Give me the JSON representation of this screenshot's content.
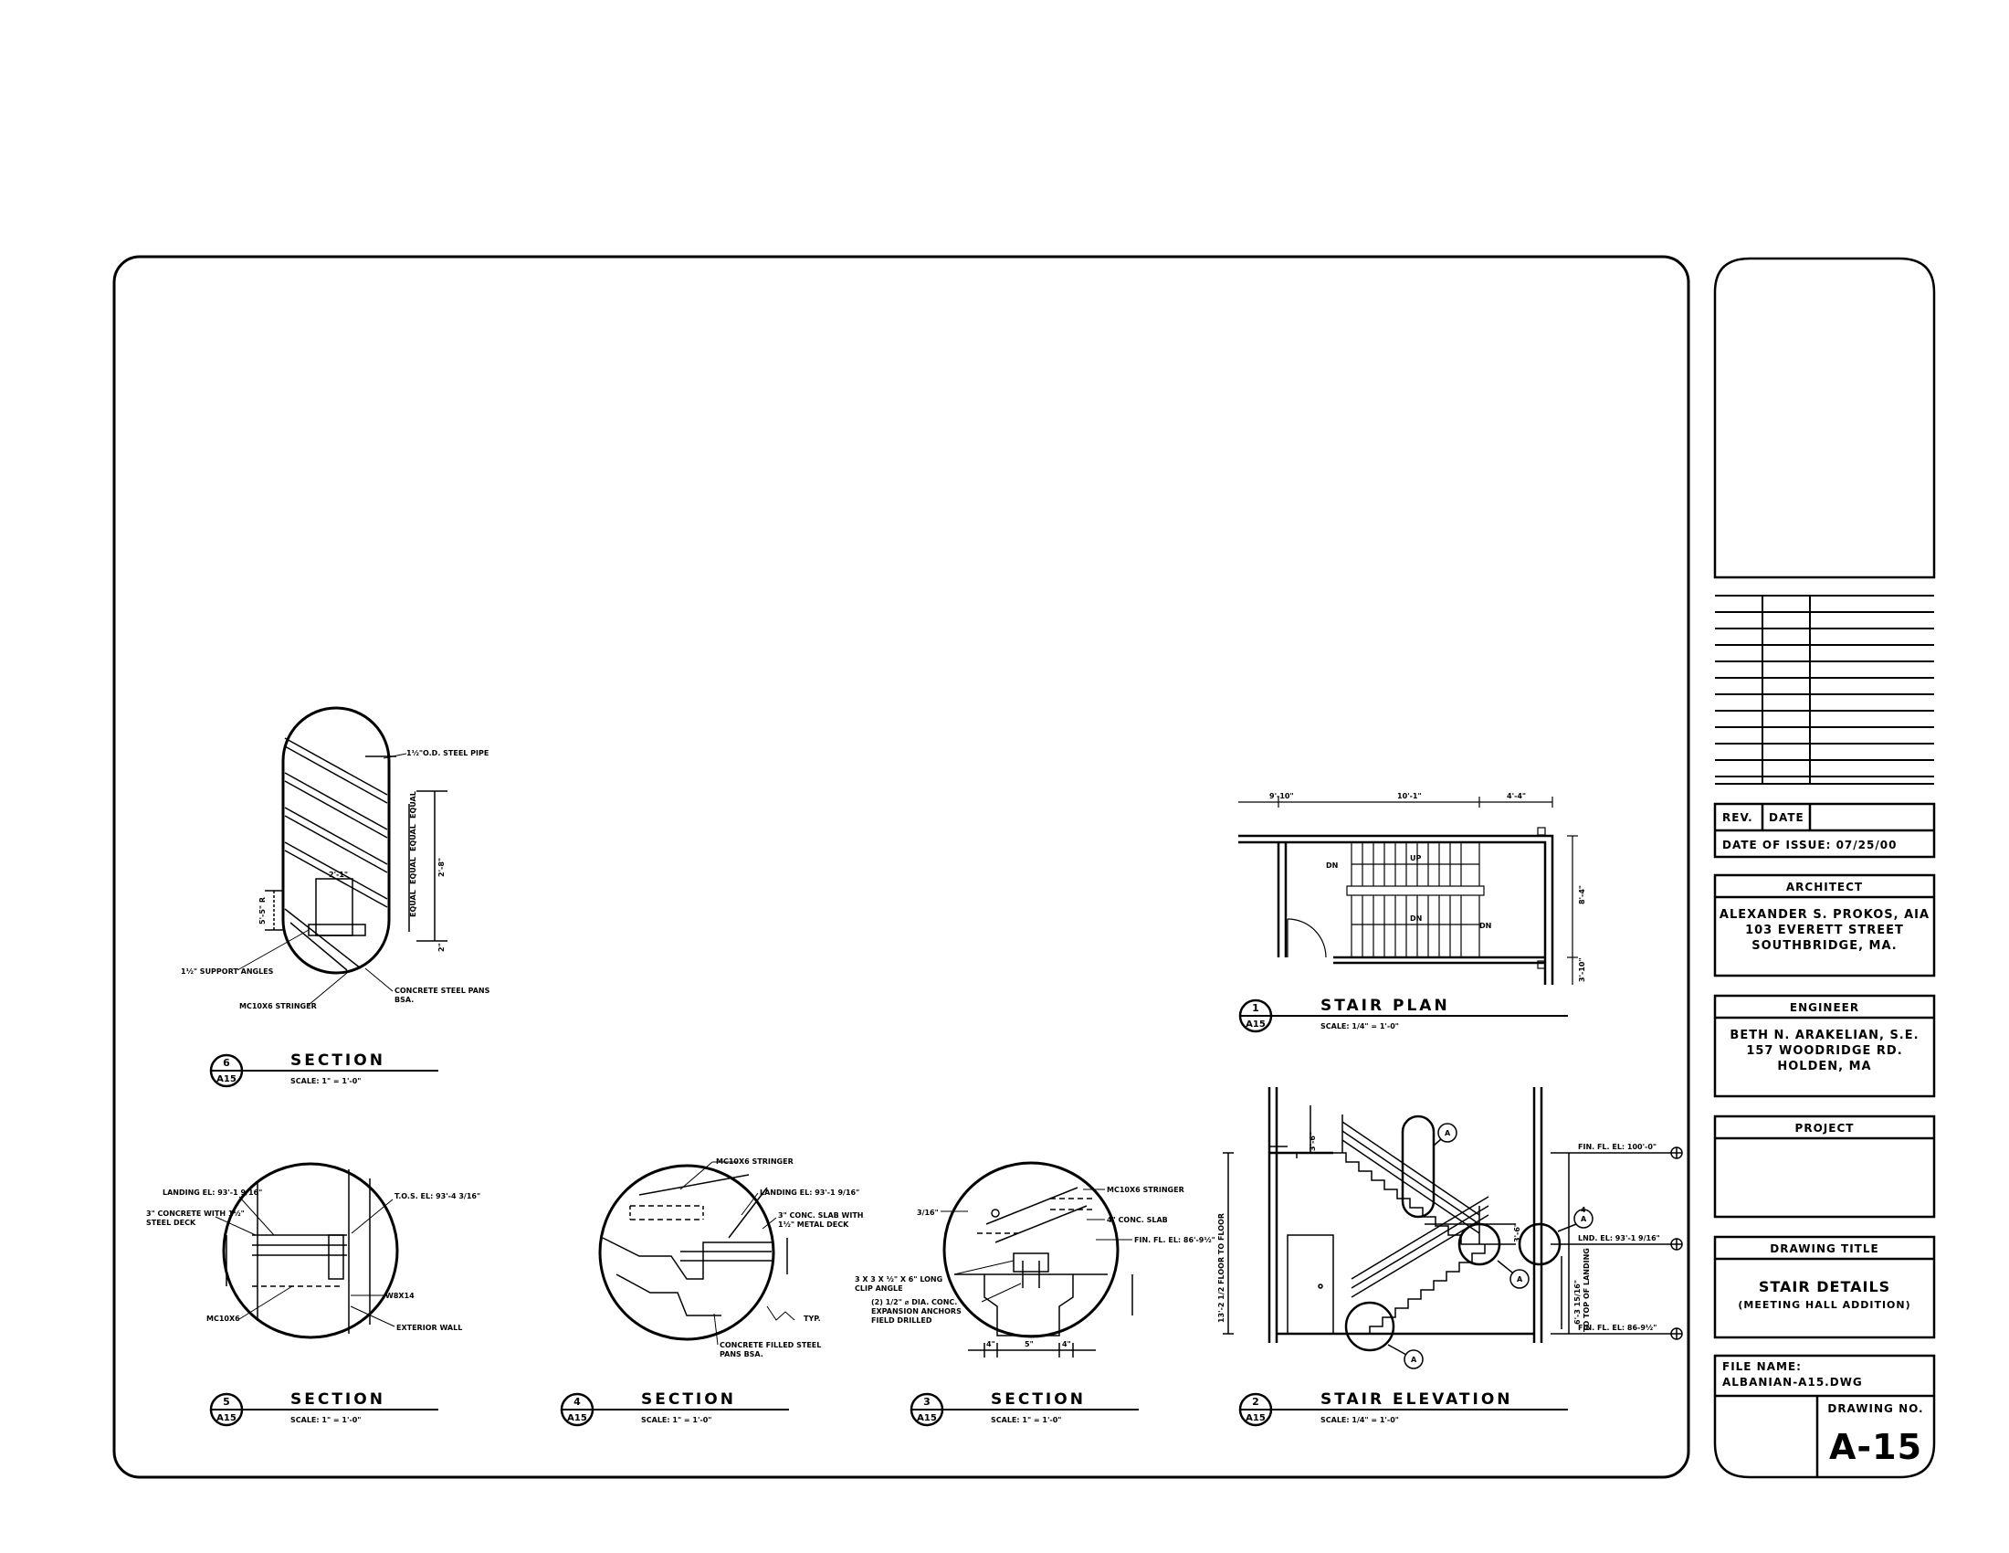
{
  "sheet": {
    "drawing_number": "A-15",
    "file_name_label": "FILE NAME:",
    "file_name": "ALBANIAN-A15.DWG",
    "drawing_no_label": "DRAWING NO."
  },
  "title_block": {
    "rev_label": "REV.",
    "date_label": "DATE",
    "date_of_issue": "DATE OF ISSUE:  07/25/00",
    "architect_label": "ARCHITECT",
    "architect_lines": [
      "ALEXANDER S. PROKOS, AIA",
      "103 EVERETT STREET",
      "SOUTHBRIDGE, MA."
    ],
    "engineer_label": "ENGINEER",
    "engineer_lines": [
      "BETH N. ARAKELIAN, S.E.",
      "157 WOODRIDGE RD.",
      "HOLDEN, MA"
    ],
    "project_label": "PROJECT",
    "drawing_title_label": "DRAWING TITLE",
    "drawing_title": "STAIR DETAILS",
    "drawing_subtitle": "(MEETING HALL ADDITION)"
  },
  "details": [
    {
      "num": "6",
      "sheet": "A15",
      "title": "SECTION",
      "scale": "SCALE: 1\" = 1'-0\""
    },
    {
      "num": "5",
      "sheet": "A15",
      "title": "SECTION",
      "scale": "SCALE: 1\" = 1'-0\""
    },
    {
      "num": "4",
      "sheet": "A15",
      "title": "SECTION",
      "scale": "SCALE: 1\" = 1'-0\""
    },
    {
      "num": "3",
      "sheet": "A15",
      "title": "SECTION",
      "scale": "SCALE: 1\" = 1'-0\""
    },
    {
      "num": "1",
      "sheet": "A15",
      "title": "STAIR PLAN",
      "scale": "SCALE: 1/4\" = 1'-0\""
    },
    {
      "num": "2",
      "sheet": "A15",
      "title": "STAIR ELEVATION",
      "scale": "SCALE: 1/4\" = 1'-0\""
    }
  ],
  "notes": {
    "d6": [
      "1½\"O.D. STEEL PIPE",
      "EQUAL",
      "EQUAL",
      "EQUAL",
      "EQUAL",
      "2'-8\"",
      "2\"",
      "2'-1\"",
      "5'-5\" R",
      "1½\" SUPPORT ANGLES",
      "MC10X6 STRINGER",
      "CONCRETE STEEL PANS",
      "BSA."
    ],
    "d5": [
      "LANDING EL: 93'-1 9/16\"",
      "T.O.S. EL: 93'-4 3/16\"",
      "3\" CONCRETE WITH 1½\"",
      "STEEL DECK",
      "W8X14",
      "MC10X6",
      "EXTERIOR WALL"
    ],
    "d4": [
      "MC10X6 STRINGER",
      "LANDING EL: 93'-1 9/16\"",
      "3\" CONC. SLAB WITH",
      "1½\" METAL DECK",
      "TYP.",
      "CONCRETE FILLED STEEL",
      "PANS BSA."
    ],
    "d3": [
      "MC10X6 STRINGER",
      "4\" CONC. SLAB",
      "FIN. FL. EL: 86'-9½\"",
      "3/16\"",
      "3 X 3 X ½\" X 6\" LONG",
      "CLIP ANGLE",
      "(2) 1/2\" ⌀ DIA. CONC.",
      "EXPANSION ANCHORS",
      "FIELD DRILLED",
      "4\"",
      "5\"",
      "4\""
    ],
    "d1": [
      "9'-10\"",
      "10'-1\"",
      "4'-4\"",
      "DN",
      "UP",
      "DN",
      "DN",
      "8'-4\"",
      "3'-10\""
    ],
    "d2": [
      "FIN. FL. EL: 100'-0\"",
      "LND. EL: 93'-1 9/16\"",
      "FIN. FL. EL: 86-9½\"",
      "13'-2 1/2 FLOOR TO FLOOR",
      "6'-3 15/16\"",
      "TO TOP OF LANDING",
      "3'-6\"",
      "3'-6\"",
      "A",
      "A",
      "A",
      "A",
      "4"
    ]
  }
}
